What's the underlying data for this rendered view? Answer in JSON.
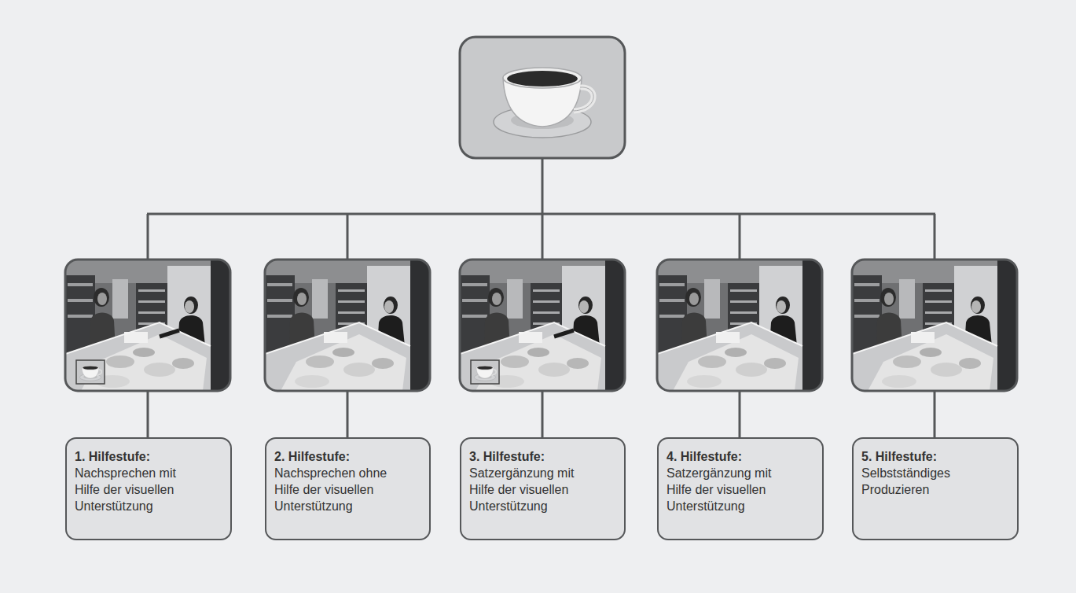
{
  "diagram": {
    "nodes": [
      {
        "text": [
          "1. Hilfestufe:",
          "Nachsprechen mit Hilfe der visuellen Unterstützung"
        ]
      },
      {
        "text": [
          "2. Hilfestufe:",
          "Nachsprechen ohne Hilfe der visuellen Unterstützung"
        ]
      },
      {
        "text": [
          "3. Hilfestufe:",
          "Satzergänzung mit Hilfe der visuellen Unterstützung"
        ]
      },
      {
        "text": [
          "4. Hilfestufe:",
          "Satzergänzung mit Hilfe der visuellen Unterstützung"
        ]
      },
      {
        "text": [
          "5. Hilfestufe:",
          "Selbstständiges Produzieren"
        ]
      }
    ]
  }
}
